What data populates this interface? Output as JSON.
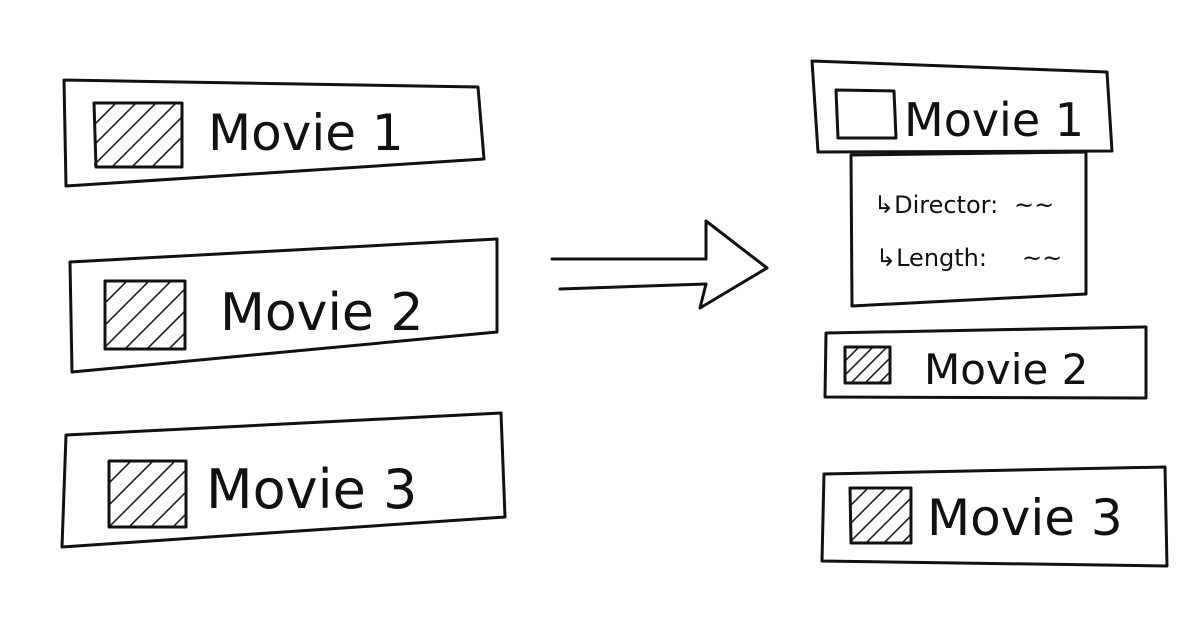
{
  "diagram": {
    "left_list": [
      {
        "label": "Movie 1",
        "thumbnail": "hatched"
      },
      {
        "label": "Movie 2",
        "thumbnail": "hatched"
      },
      {
        "label": "Movie 3",
        "thumbnail": "hatched"
      }
    ],
    "arrow": "double-line-arrow-right",
    "right_list": [
      {
        "label": "Movie 1",
        "thumbnail": "empty",
        "expanded": true,
        "details": [
          {
            "label": "↳Director:",
            "value": "~~"
          },
          {
            "label": "↳Length:",
            "value": "~~"
          }
        ]
      },
      {
        "label": "Movie 2",
        "thumbnail": "hatched"
      },
      {
        "label": "Movie 3",
        "thumbnail": "hatched"
      }
    ]
  }
}
